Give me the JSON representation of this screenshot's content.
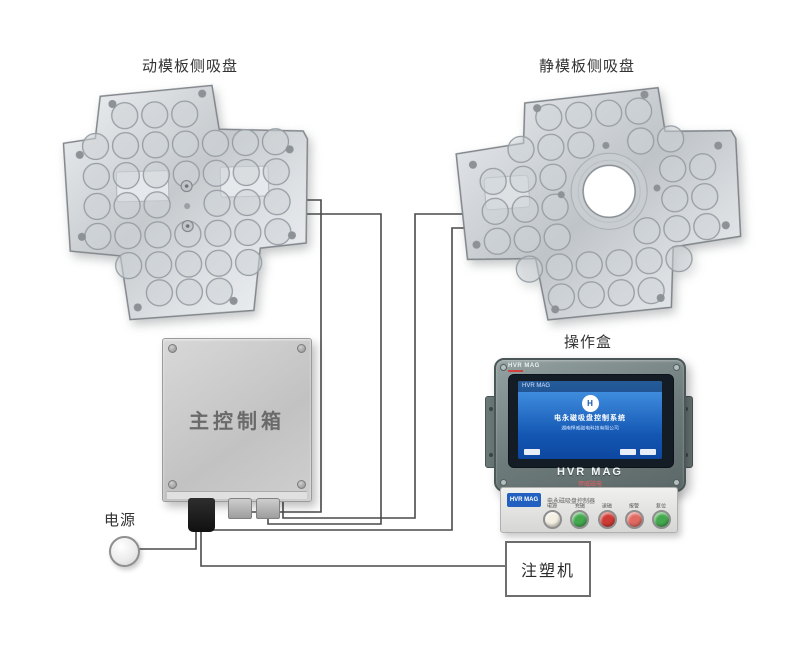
{
  "labels": {
    "left_chuck": "动模板侧吸盘",
    "right_chuck": "静模板侧吸盘",
    "control_box": "主控制箱",
    "operation_box": "操作盒",
    "power": "电源",
    "injection_machine": "注塑机"
  },
  "operation_box": {
    "top_brand": "HVR MAG",
    "brand": "HVR MAG",
    "brand_sub": "悍威磁电",
    "screen": {
      "titlebar": "HVR MAG",
      "logo_text": "H",
      "heading": "电永磁吸盘控制系统",
      "subheading": "湖南悍威磁电科技有限公司"
    },
    "panel": {
      "sticker": "HVR MAG",
      "label": "电永磁吸盘控制器",
      "buttons": [
        {
          "label": "电源",
          "color": "#f3efe2"
        },
        {
          "label": "充磁",
          "color": "#44a94e"
        },
        {
          "label": "退磁",
          "color": "#cf3b35"
        },
        {
          "label": "报警",
          "color": "#e06a62"
        },
        {
          "label": "复位",
          "color": "#44a94e"
        }
      ]
    }
  },
  "colors": {
    "wire": "#4a4a4a",
    "accent_red": "#d34040",
    "screen_blue": "#1254b0",
    "plate_metal": "#c9cdd1"
  }
}
